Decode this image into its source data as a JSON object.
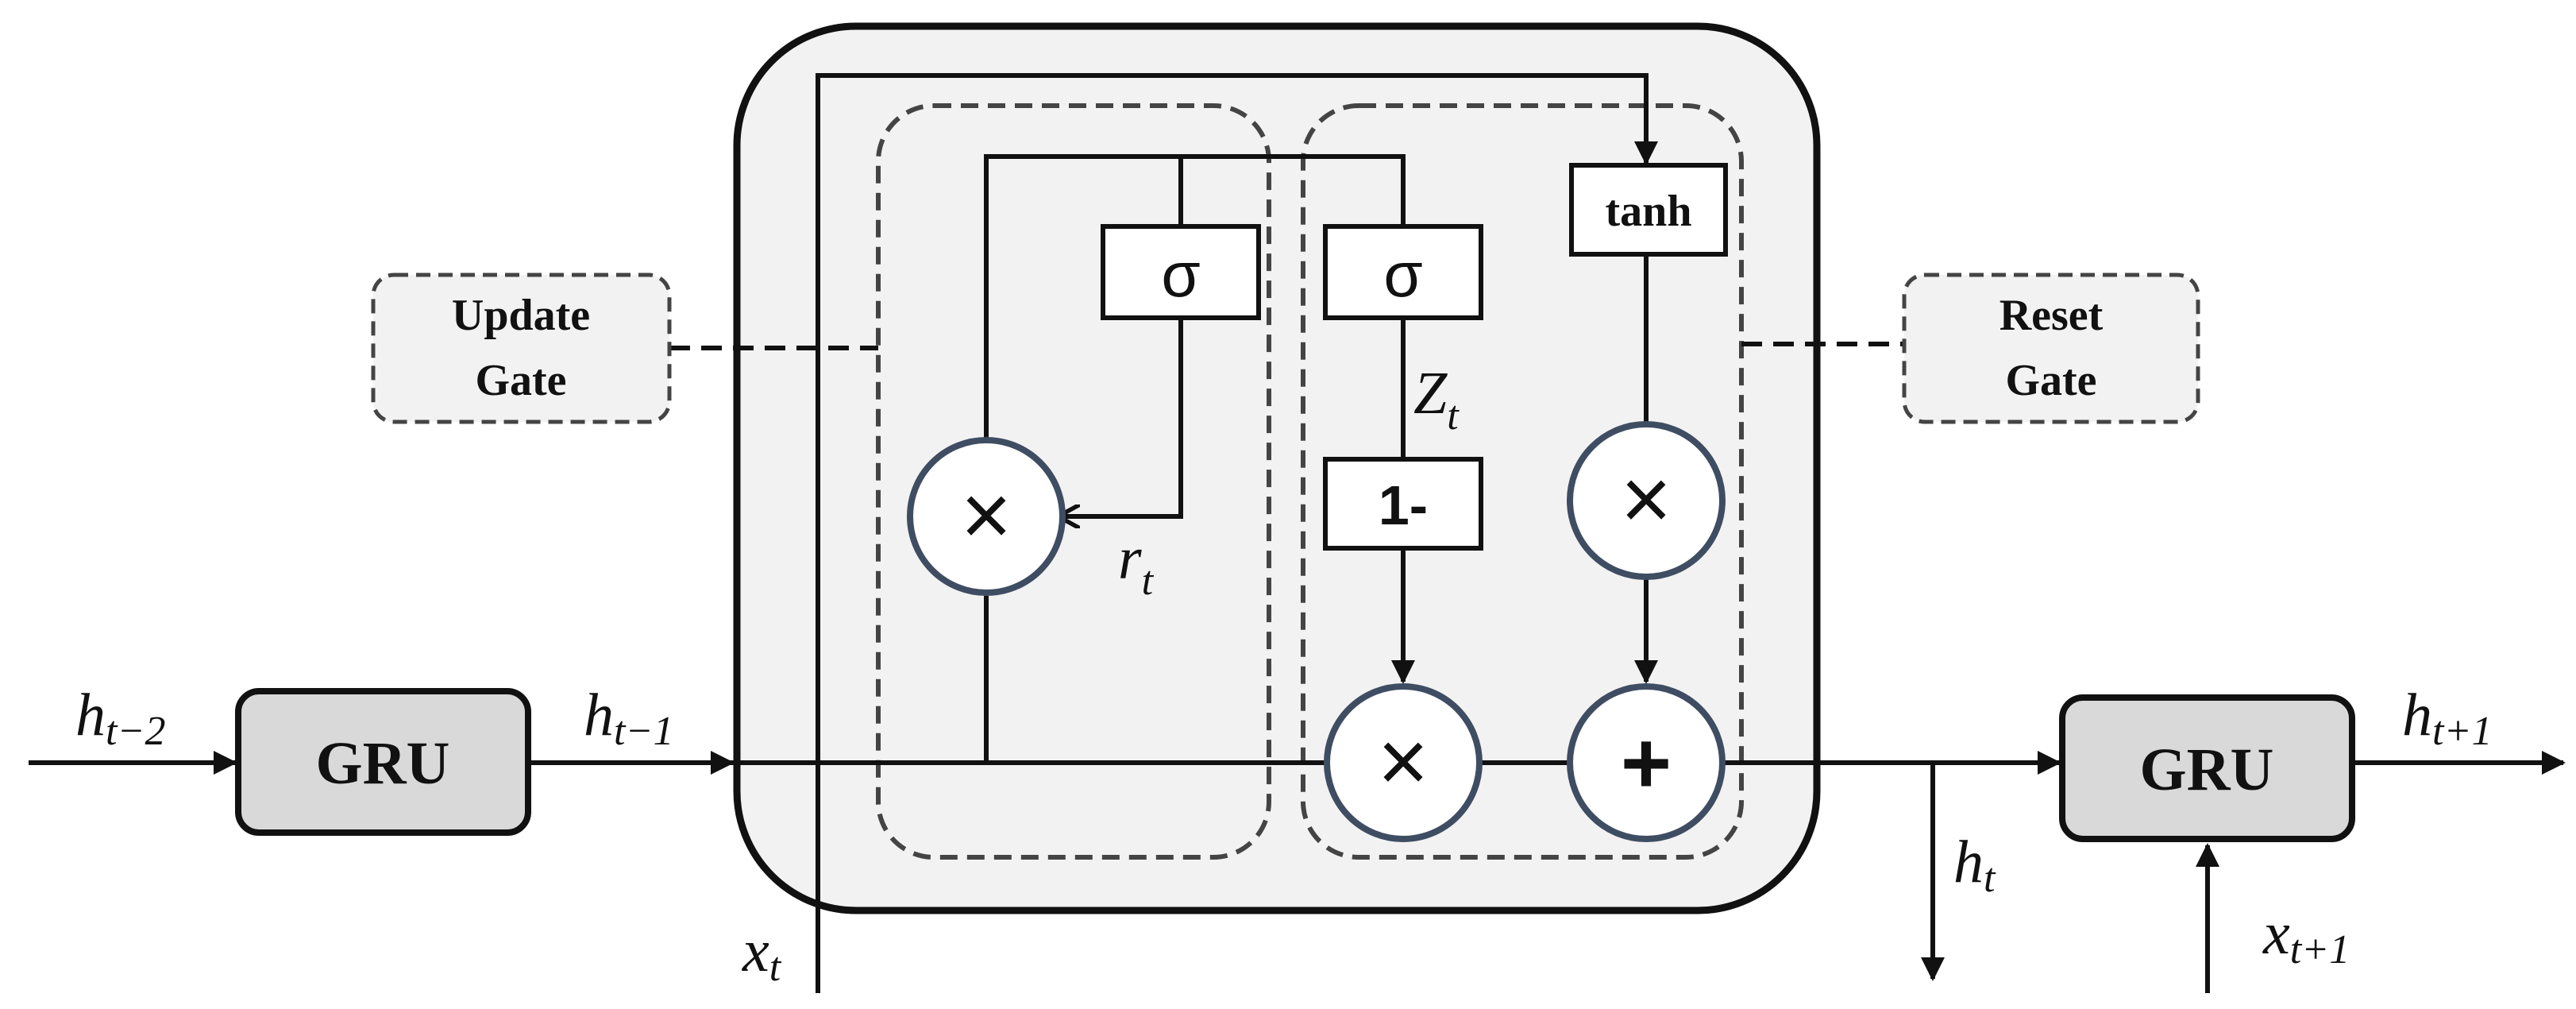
{
  "gru_cell": {
    "prev_block_label": "GRU",
    "next_block_label": "GRU",
    "update_gate_line1": "Update",
    "update_gate_line2": "Gate",
    "reset_gate_line1": "Reset",
    "reset_gate_line2": "Gate",
    "sigma_left": "σ",
    "sigma_right": "σ",
    "tanh_label": "tanh",
    "one_minus_label": "1-",
    "multiply_symbol": "×",
    "add_symbol": "+"
  },
  "variables": {
    "h_prev2": {
      "base": "h",
      "sub": "t−2"
    },
    "h_prev1": {
      "base": "h",
      "sub": "t−1"
    },
    "h_next": {
      "base": "h",
      "sub": "t+1"
    },
    "h_t": {
      "base": "h",
      "sub": "t"
    },
    "x_t": {
      "base": "x",
      "sub": "t"
    },
    "x_next": {
      "base": "x",
      "sub": "t+1"
    },
    "r_t": {
      "base": "r",
      "sub": "t"
    },
    "z_t": {
      "base": "Z",
      "sub": "t"
    }
  },
  "colors": {
    "line": "#111111",
    "cell_fill": "#f2f2f2",
    "gru_fill": "#d9d9d9",
    "operator_stroke": "#3f4d63",
    "dashed": "#444444"
  }
}
